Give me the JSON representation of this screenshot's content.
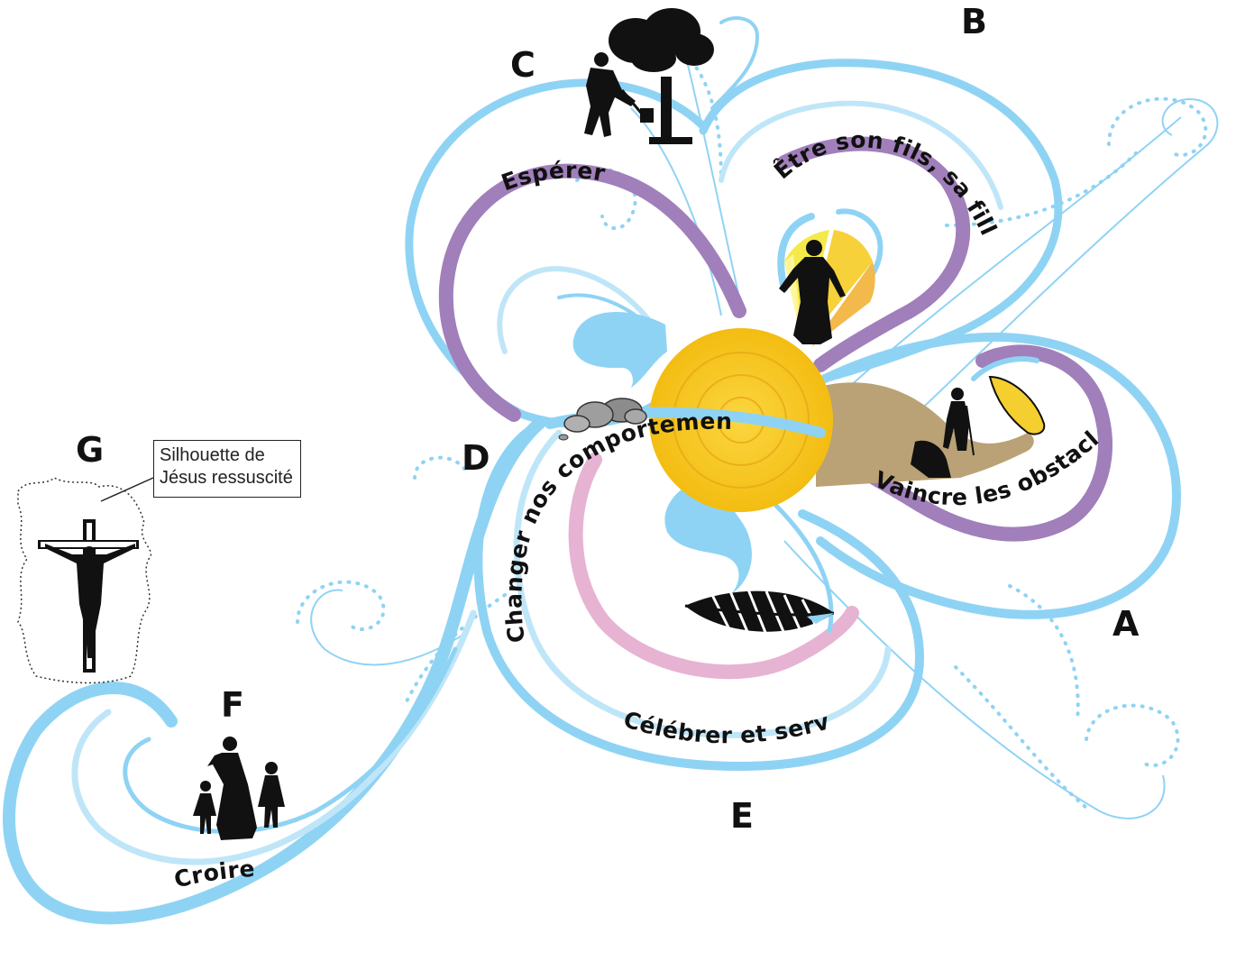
{
  "markers": {
    "a": "A",
    "b": "B",
    "c": "C",
    "d": "D",
    "e": "E",
    "f": "F",
    "g": "G"
  },
  "path_labels": {
    "esperer": "Espérer",
    "etre_fils": "Être son fils, sa fille",
    "vaincre": "Vaincre les obstacles",
    "changer": "Changer nos comportements",
    "celebrer": "Célébrer et servir",
    "croire": "Croire"
  },
  "callout": {
    "line1": "Silhouette de",
    "line2": "Jésus ressuscité"
  },
  "colors": {
    "light_blue": "#8fd3f4",
    "pale_blue": "#bfe6f8",
    "purple": "#a07fba",
    "pink": "#e6b3d3",
    "sun": "#f6c61b",
    "sun_ring": "#e8a917",
    "hill": "#baa276",
    "dots": "#8fd3f4",
    "silhouette": "#111111"
  },
  "icons": {
    "c": "farmer-with-tree-icon",
    "b": "risen-figure-in-light-icon",
    "a": "pilgrim-on-hill-icon",
    "d": "rolled-stones-icon",
    "e": "palm-leaf-icon",
    "f": "mother-with-children-icon",
    "g": "crucifix-icon"
  }
}
